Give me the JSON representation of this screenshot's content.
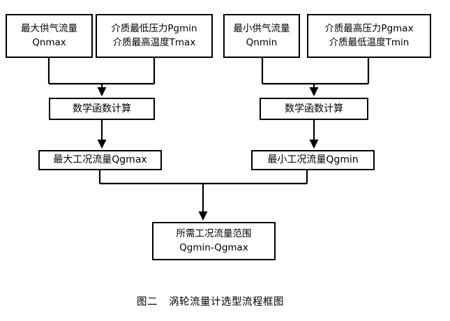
{
  "figure": {
    "caption_label": "图二",
    "caption_title": "涡轮流量计选型流程框图",
    "background_color": "#ffffff",
    "line_color": "#000000",
    "text_color": "#000000"
  },
  "nodes": {
    "max_supply_flow": {
      "line1": "最大供气流量",
      "line2": "Qnmax"
    },
    "min_pressure_max_temp": {
      "line1": "介质最低压力Pgmin",
      "line2": "介质最高温度Tmax"
    },
    "min_supply_flow": {
      "line1": "最小供气流量",
      "line2": "Qnmin"
    },
    "max_pressure_min_temp": {
      "line1": "介质最高压力Pgmax",
      "line2": "介质最低温度Tmin"
    },
    "math_function_left": {
      "line1": "数学函数计算"
    },
    "math_function_right": {
      "line1": "数学函数计算"
    },
    "max_working_flow": {
      "line1": "最大工况流量Qgmax"
    },
    "min_working_flow": {
      "line1": "最小工况流量Qgmin"
    },
    "required_flow_range": {
      "line1": "所需工况流量范围",
      "line2": "Qgmin-Qgmax"
    }
  },
  "edges": [
    {
      "name": "qnmax-to-math-left",
      "from": "max_supply_flow",
      "to": "math_function_left"
    },
    {
      "name": "pgmin-tmax-to-math-left",
      "from": "min_pressure_max_temp",
      "to": "math_function_left"
    },
    {
      "name": "qnmin-to-math-right",
      "from": "min_supply_flow",
      "to": "math_function_right"
    },
    {
      "name": "pgmax-tmin-to-math-right",
      "from": "max_pressure_min_temp",
      "to": "math_function_right"
    },
    {
      "name": "math-left-to-qgmax",
      "from": "math_function_left",
      "to": "max_working_flow"
    },
    {
      "name": "math-right-to-qgmin",
      "from": "math_function_right",
      "to": "min_working_flow"
    },
    {
      "name": "qgmax-to-range",
      "from": "max_working_flow",
      "to": "required_flow_range"
    },
    {
      "name": "qgmin-to-range",
      "from": "min_working_flow",
      "to": "required_flow_range"
    }
  ]
}
